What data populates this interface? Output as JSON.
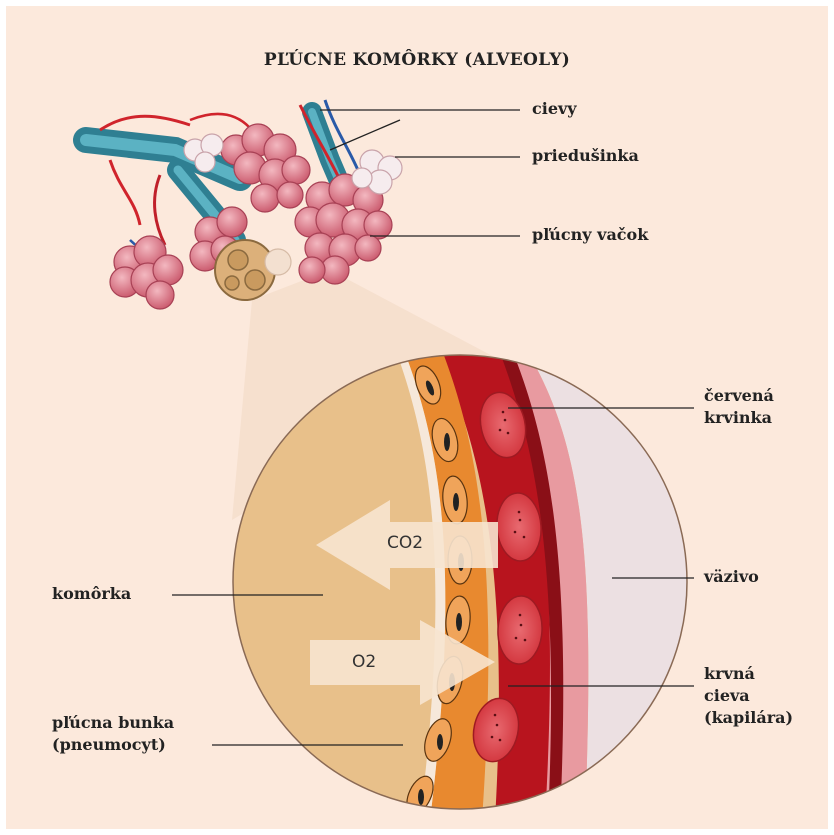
{
  "title": "PĽÚCNE KOMÔRKY (ALVEOLY)",
  "labels": {
    "cievy": "cievy",
    "priedusinka": "priedušinka",
    "plucny_vacok": "pľúcny vačok",
    "cervena_krvinka": "červená\nkrvinka",
    "vazivo": "väzivo",
    "komorka": "komôrka",
    "krvna_cieva": "krvná\ncieva\n(kapilára)",
    "plucna_bunka": "pľúcna bunka\n(pneumocyt)"
  },
  "arrows": {
    "co2": "CO2",
    "o2": "O2"
  },
  "colors": {
    "background": "#fce9dc",
    "alveolus_lumen": "#e8c08a",
    "pneumocyte_layer": "#e8892f",
    "capillary_blood": "#b8141e",
    "red_blood_cell": "#e8535a",
    "connective_tissue": "#ece0e2",
    "bronchus": "#3b93a8",
    "alveolar_sac": "#d97a86"
  }
}
